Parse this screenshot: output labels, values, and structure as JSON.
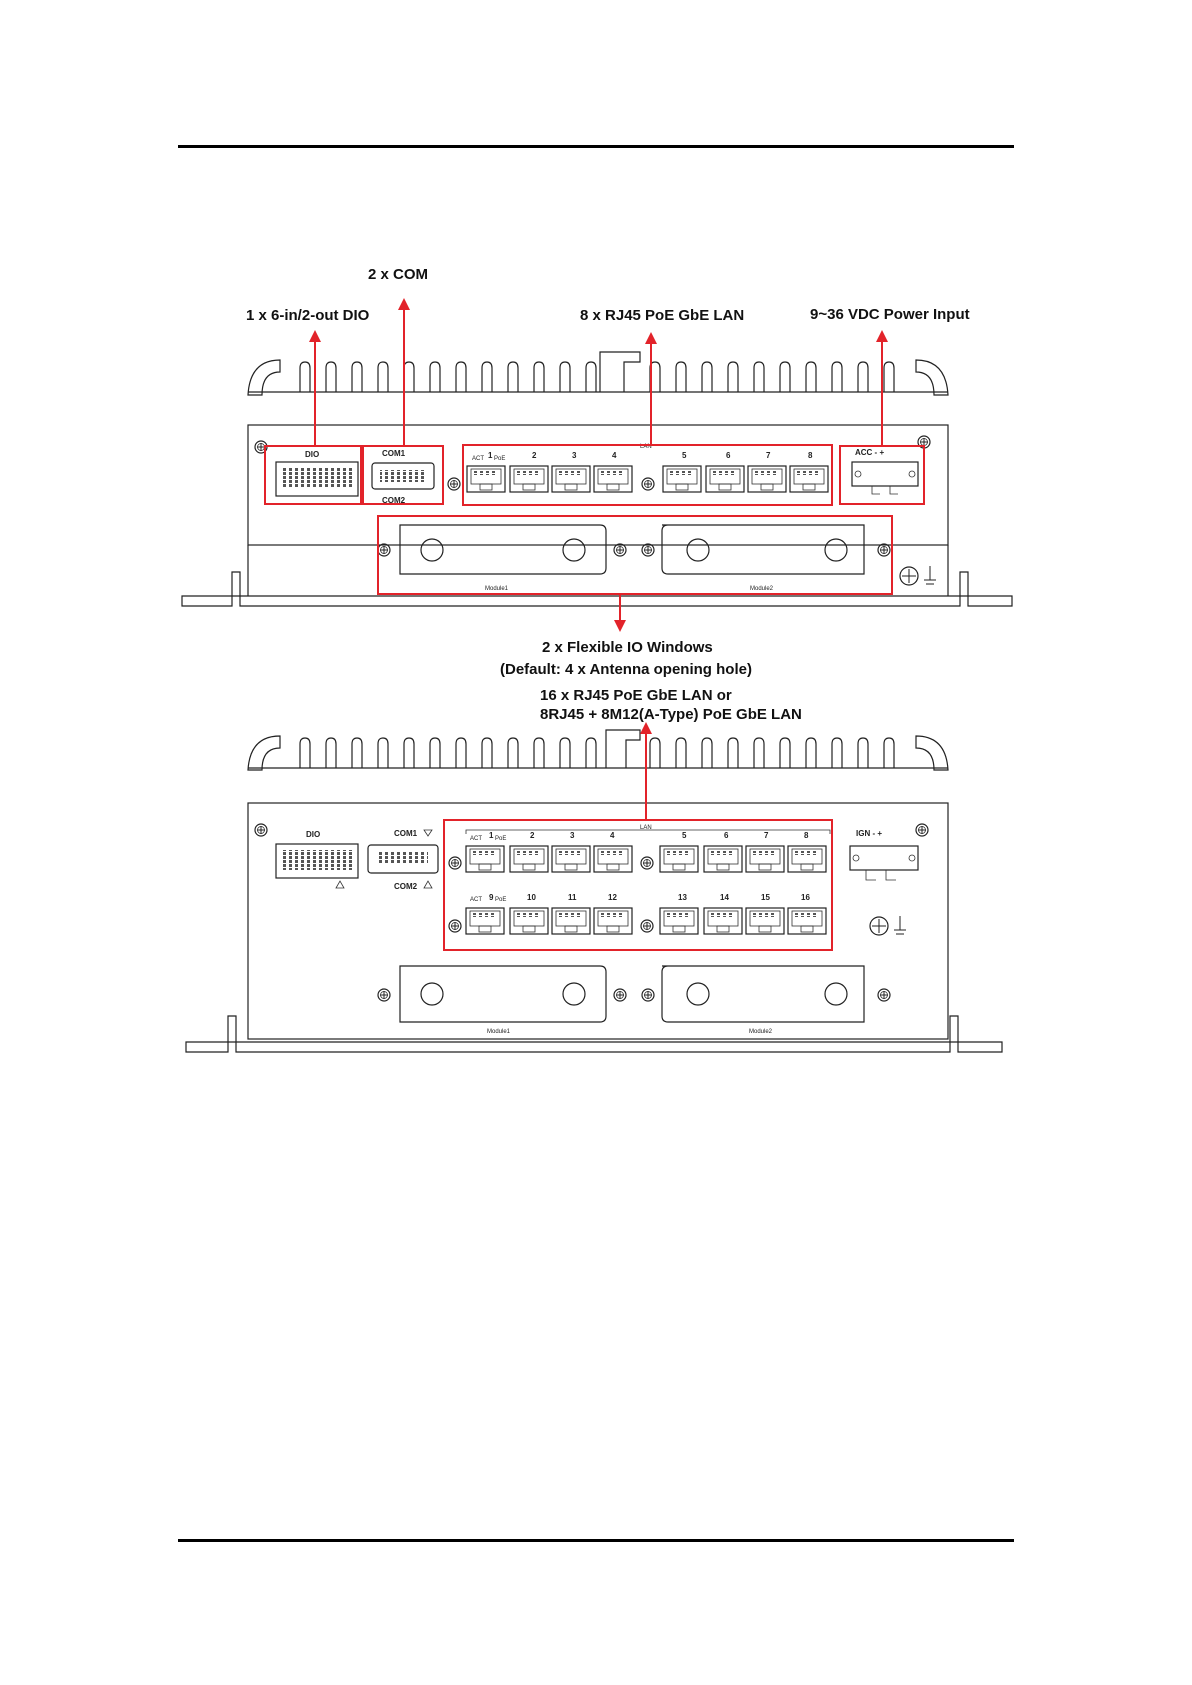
{
  "callouts": {
    "com": "2 x COM",
    "dio": "1 x 6-in/2-out DIO",
    "lan8": "8 x RJ45 PoE GbE LAN",
    "power": "9~36 VDC Power Input",
    "flex_line1": "2 x Flexible IO Windows",
    "flex_line2": "(Default: 4 x Antenna opening hole)",
    "lan16_line1": "16 x RJ45 PoE GbE LAN or",
    "lan16_line2": "8RJ45 + 8M12(A-Type) PoE GbE LAN"
  },
  "panel_top": {
    "dio": "DIO",
    "com1": "COM1",
    "com2": "COM2",
    "lan": "LAN",
    "act": "ACT",
    "poe": "PoE",
    "ports": [
      "1",
      "2",
      "3",
      "4",
      "5",
      "6",
      "7",
      "8"
    ],
    "power": "ACC  -   +",
    "module1": "Module1",
    "module2": "Module2"
  },
  "panel_bottom": {
    "dio": "DIO",
    "com1": "COM1",
    "com2": "COM2",
    "lan": "LAN",
    "act": "ACT",
    "poe": "PoE",
    "ports_row1": [
      "1",
      "2",
      "3",
      "4",
      "5",
      "6",
      "7",
      "8"
    ],
    "ports_row2": [
      "9",
      "10",
      "11",
      "12",
      "13",
      "14",
      "15",
      "16"
    ],
    "power": "IGN  -   +",
    "module1": "Module1",
    "module2": "Module2"
  },
  "colors": {
    "highlight": "#e2232a",
    "line": "#222222"
  }
}
